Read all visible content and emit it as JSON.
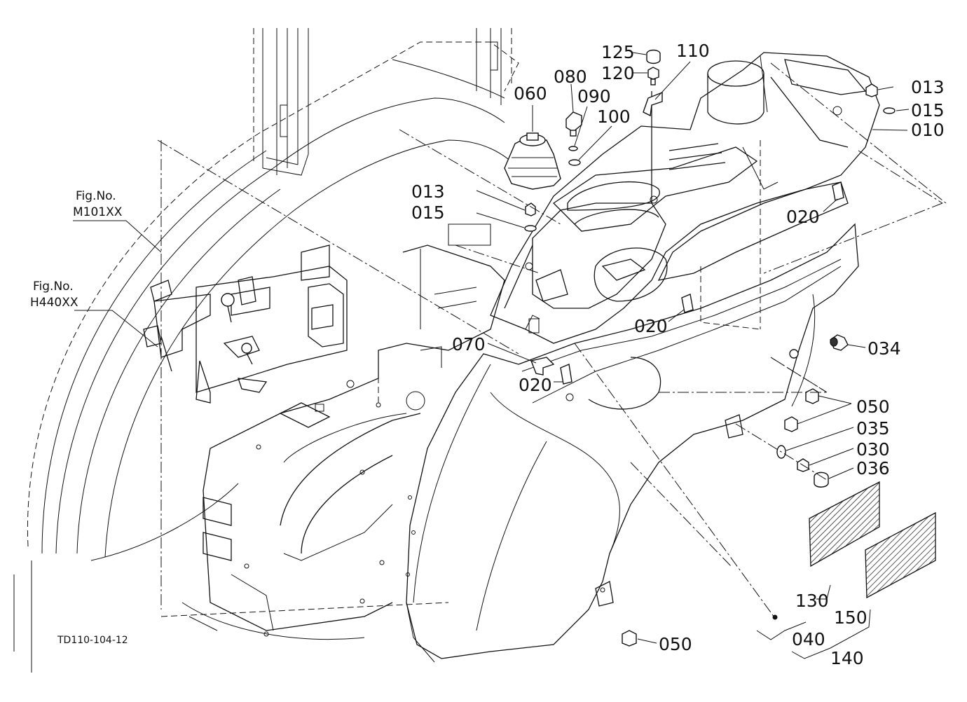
{
  "figure_code": "TD110-104-12",
  "references": [
    {
      "fig_label": "Fig.No.",
      "fig_number": "M101XX"
    },
    {
      "fig_label": "Fig.No.",
      "fig_number": "H440XX"
    }
  ],
  "parts": {
    "p125": "125",
    "p120": "120",
    "p110": "110",
    "p080": "080",
    "p090": "090",
    "p100": "100",
    "p060": "060",
    "p013a": "013",
    "p015a": "015",
    "p013b": "013",
    "p015b": "015",
    "p010": "010",
    "p020a": "020",
    "p020b": "020",
    "p020c": "020",
    "p070": "070",
    "p034": "034",
    "p050a": "050",
    "p035": "035",
    "p030": "030",
    "p036": "036",
    "p130": "130",
    "p150": "150",
    "p040": "040",
    "p140": "140",
    "p050b": "050"
  }
}
